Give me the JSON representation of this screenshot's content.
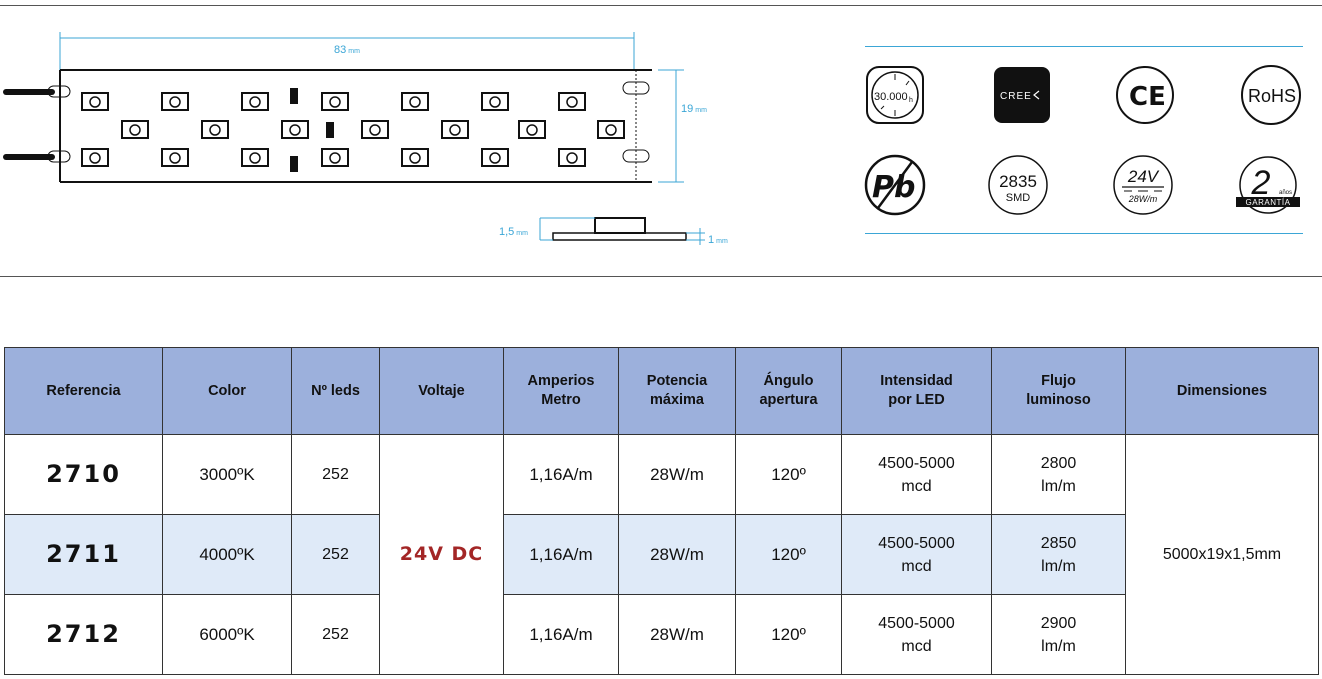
{
  "diagram": {
    "width_label": "83",
    "height_label": "19",
    "thickness_label": "1,5",
    "pcb_label": "1",
    "unit": "mm"
  },
  "icons": {
    "hours": "30.000",
    "hours_unit": "h",
    "cree": "CREE",
    "ce": "CE",
    "rohs": "RoHS",
    "pb": "Pb",
    "smd_top": "2835",
    "smd_bottom": "SMD",
    "volt_top": "24V",
    "volt_bottom": "28W/m",
    "warranty_number": "2",
    "warranty_unit": "años",
    "warranty_label": "GARANTÍA"
  },
  "table": {
    "headers": {
      "ref": "Referencia",
      "color": "Color",
      "leds": "Nº leds",
      "voltage": "Voltaje",
      "amps": [
        "Amperios",
        "Metro"
      ],
      "power": [
        "Potencia",
        "máxima"
      ],
      "angle": [
        "Ángulo",
        "apertura"
      ],
      "intensity": [
        "Intensidad",
        "por LED"
      ],
      "flux": [
        "Flujo",
        "luminoso"
      ],
      "dims": "Dimensiones"
    },
    "voltage": "24V DC",
    "dimensions": "5000x19x1,5mm",
    "rows": [
      {
        "ref": "2710",
        "color": "3000ºK",
        "leds": "252",
        "amps": "1,16A/m",
        "power": "28W/m",
        "angle": "120º",
        "intensity": [
          "4500-5000",
          "mcd"
        ],
        "flux": [
          "2800",
          "lm/m"
        ]
      },
      {
        "ref": "2711",
        "color": "4000ºK",
        "leds": "252",
        "amps": "1,16A/m",
        "power": "28W/m",
        "angle": "120º",
        "intensity": [
          "4500-5000",
          "mcd"
        ],
        "flux": [
          "2850",
          "lm/m"
        ]
      },
      {
        "ref": "2712",
        "color": "6000ºK",
        "leds": "252",
        "amps": "1,16A/m",
        "power": "28W/m",
        "angle": "120º",
        "intensity": [
          "4500-5000",
          "mcd"
        ],
        "flux": [
          "2900",
          "lm/m"
        ]
      }
    ]
  },
  "colors": {
    "header_bg": "#9cb0dc",
    "alt_row_bg": "#dfeaf8",
    "voltage_text": "#a32626",
    "dimension_line": "#3ba6d6"
  }
}
